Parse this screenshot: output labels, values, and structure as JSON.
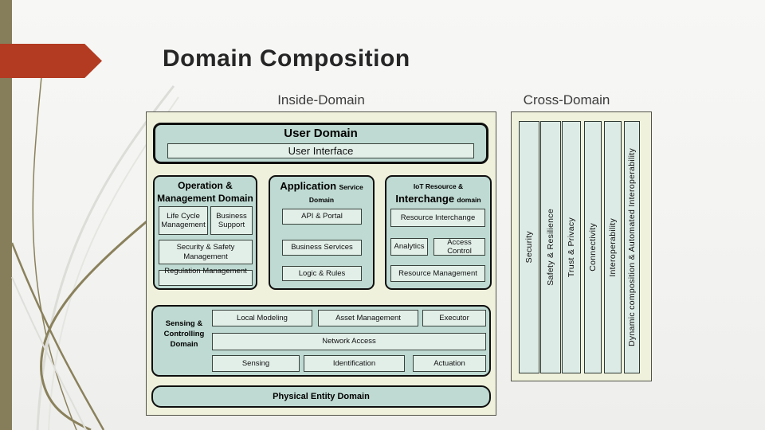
{
  "slide": {
    "title": "Domain Composition",
    "inside_label": "Inside-Domain",
    "cross_label": "Cross-Domain"
  },
  "user_domain": {
    "title": "User Domain",
    "interface_label": "User Interface"
  },
  "operation_domain": {
    "title_line1": "Operation &",
    "title_line2": "Management Domain",
    "boxes": {
      "life_cycle": "Life Cycle Management",
      "business_support": "Business Support",
      "security_safety": "Security & Safety Management",
      "regulation": "Regulation Management"
    }
  },
  "application_domain": {
    "title_big": "Application",
    "title_small_inline": "Service",
    "title_small_line2": "Domain",
    "boxes": {
      "api_portal": "API & Portal",
      "business_services": "Business Services",
      "logic_rules": "Logic & Rules"
    }
  },
  "iot_domain": {
    "title_small_line1": "IoT Resource &",
    "title_big": "Interchange",
    "title_small_inline": "domain",
    "boxes": {
      "resource_interchange": "Resource Interchange",
      "analytics": "Analytics",
      "access_control": "Access Control",
      "resource_management": "Resource Management"
    }
  },
  "sensing_domain": {
    "title_line1": "Sensing &",
    "title_line2": "Controlling",
    "title_line3": "Domain",
    "boxes": {
      "local_modeling": "Local Modeling",
      "asset_management": "Asset Management",
      "executor": "Executor",
      "network_access": "Network Access",
      "sensing": "Sensing",
      "identification": "Identification",
      "actuation": "Actuation"
    }
  },
  "physical_domain": {
    "title": "Physical Entity Domain"
  },
  "cross_domain": {
    "bars": [
      "Security",
      "Safety & Resilience",
      "Trust & Privacy",
      "Connectivity",
      "Interoperability",
      "Dynamic composition & Automated Interoperability"
    ]
  },
  "colors": {
    "accent_red": "#b23b22",
    "olive_bar": "#867e5a",
    "panel_bg": "#eff1dc",
    "domain_teal": "#bedad2",
    "inner_box": "#e2efe9",
    "title_text": "#262626"
  }
}
